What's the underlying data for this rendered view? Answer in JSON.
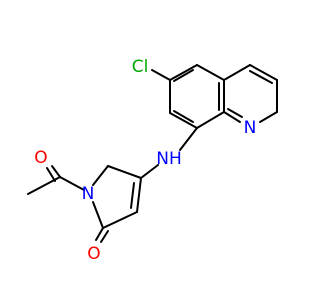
{
  "molecule": {
    "atoms": {
      "cl": "Cl",
      "n_quinoline": "N",
      "nh": "NH",
      "n_ring": "N",
      "o_acetyl": "O",
      "o_lactam": "O"
    },
    "colors": {
      "cl": "#00aa00",
      "n": "#0000ff",
      "o": "#ff0000",
      "bond": "#000000"
    }
  }
}
